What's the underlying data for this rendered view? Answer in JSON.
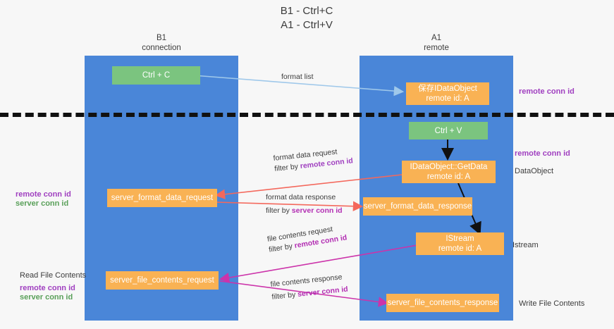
{
  "title": "B1 - Ctrl+C\nA1 - Ctrl+V",
  "lanes": [
    {
      "head": "B1\nconnection",
      "color": "#4a86d8"
    },
    {
      "head": "A1\nremote",
      "color": "#4a86d8"
    }
  ],
  "nodes": {
    "ctrl_c": "Ctrl + C",
    "ctrl_v": "Ctrl + V",
    "save_idataobject_l1": "保存IDataObject",
    "save_idataobject_l2": "remote id: A",
    "getdata_l1": "IDataObject::GetData",
    "getdata_l2": "remote id: A",
    "istream_l1": "IStream",
    "istream_l2": "remote id: A",
    "server_format_data_request": "server_format_data_request",
    "server_format_data_response": "server_format_data_response",
    "server_file_contents_request": "server_file_contents_request",
    "server_file_contents_response": "server_file_contents_response"
  },
  "edges": {
    "format_list": "format list",
    "format_data_request": "format data request",
    "format_data_request_filter_prefix": "filter by ",
    "format_data_request_filter_key": "remote conn id",
    "format_data_response": "format data response",
    "format_data_response_filter_prefix": "filter by ",
    "format_data_response_filter_key": "server conn id",
    "file_contents_request": "file contents request",
    "file_contents_request_filter_prefix": "filter by ",
    "file_contents_request_filter_key": "remote conn id",
    "file_contents_response": "file contents response",
    "file_contents_response_filter_prefix": "filter by ",
    "file_contents_response_filter_key": "server conn id"
  },
  "side_labels": {
    "right_remote_conn_id_top": "remote conn id",
    "right_remote_conn_id_mid": "remote conn id",
    "right_dataobject": "DataObject",
    "right_istream": "Istream",
    "right_write_file_contents": "Write File Contents",
    "left_remote_conn_id": "remote conn id",
    "left_server_conn_id": "server conn id",
    "left_read_file_contents": "Read File Contents",
    "left_remote_conn_id_2": "remote conn id",
    "left_server_conn_id_2": "server conn id"
  },
  "colors": {
    "lane": "#4a86d8",
    "green_node": "#7bc47f",
    "orange_node": "#f9b254",
    "arrow_lightblue": "#9fc8ea",
    "arrow_red": "#f4685c",
    "arrow_magenta": "#cc33aa",
    "arrow_black": "#111111",
    "text_purple": "#a040c0",
    "text_green": "#5aa05a"
  }
}
